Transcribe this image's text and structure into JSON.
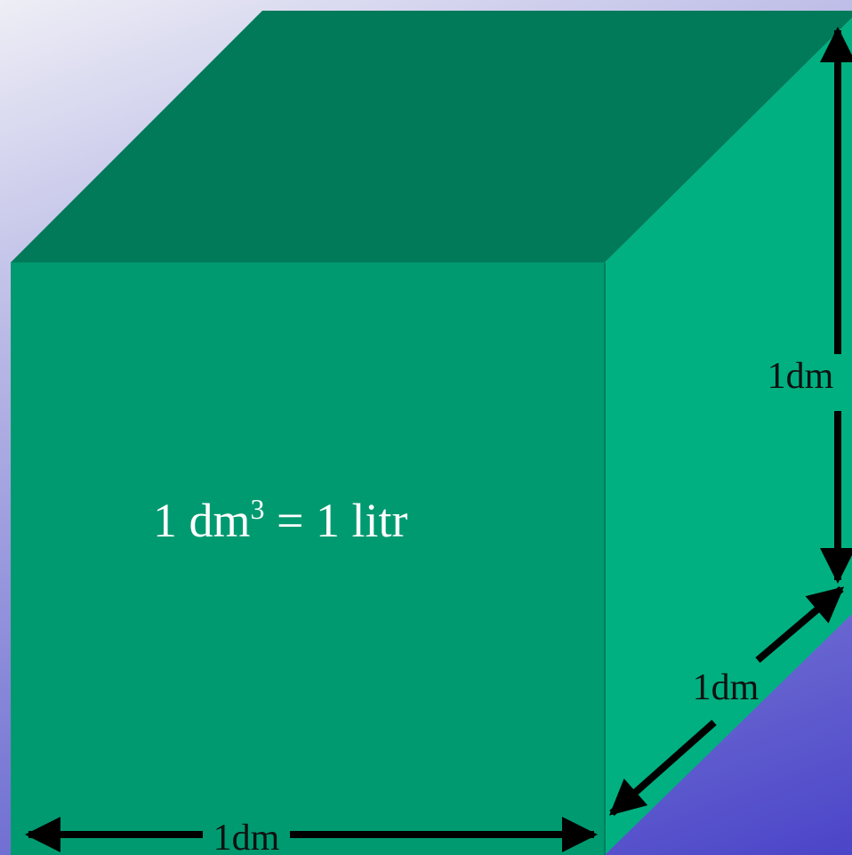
{
  "diagram": {
    "equation": {
      "prefix": "1 dm",
      "exponent": "3",
      "suffix": " = 1 litr"
    },
    "dimensions": {
      "height": "1dm",
      "depth": "1dm",
      "width": "1dm"
    },
    "colors": {
      "front_face": "#009a70",
      "top_face": "#017a5a",
      "side_face": "#00b080",
      "arrows": "#000000",
      "equation_text": "#ffffff"
    }
  }
}
